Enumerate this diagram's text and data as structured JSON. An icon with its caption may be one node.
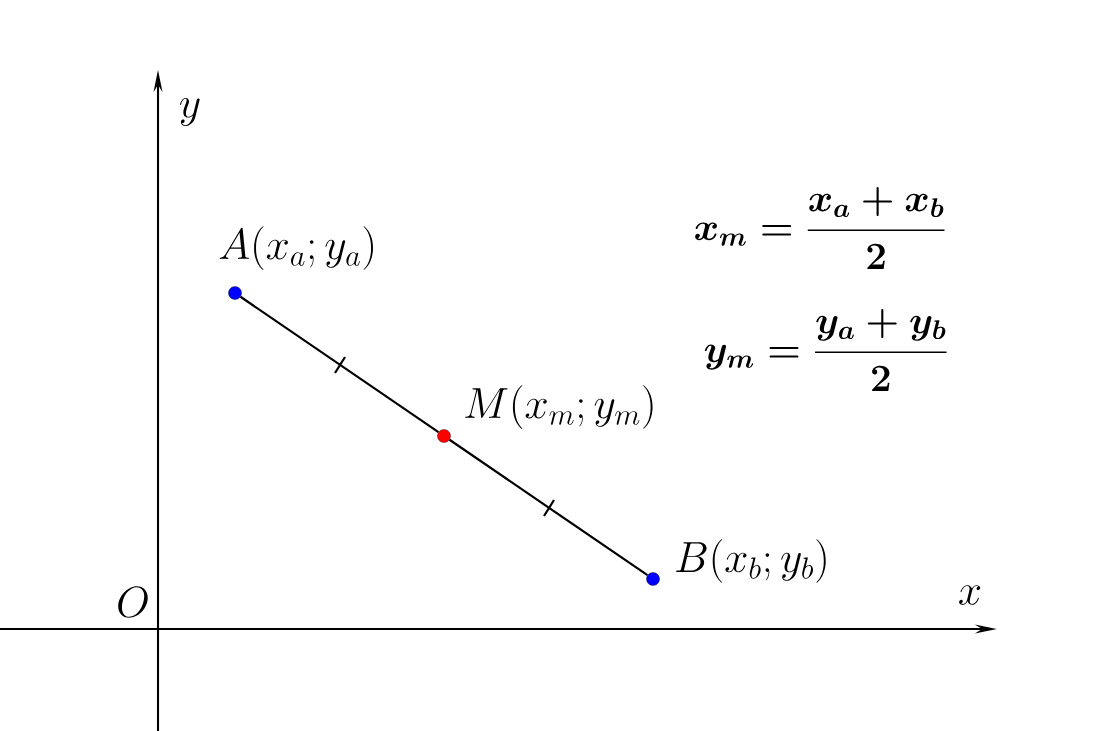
{
  "diagram": {
    "nodes": [
      {
        "text": [],
        "shape": "circle",
        "beside": [
          "A(x_a; y_a)"
        ]
      },
      {
        "text": [],
        "shape": "circle",
        "beside": [
          "M(x_m; y_m)"
        ]
      },
      {
        "text": [],
        "shape": "circle",
        "beside": [
          "B(x_b; y_b)"
        ]
      }
    ],
    "edges": [
      {
        "from": 0,
        "to": 1,
        "arrow": "none"
      },
      {
        "from": 1,
        "to": 2,
        "arrow": "none"
      }
    ],
    "labels": [
      "y",
      "x_m=\\frac{x_a+x_b}{2}",
      "y_m=\\frac{y_a+y_b}{2}",
      "O",
      "x"
    ]
  }
}
